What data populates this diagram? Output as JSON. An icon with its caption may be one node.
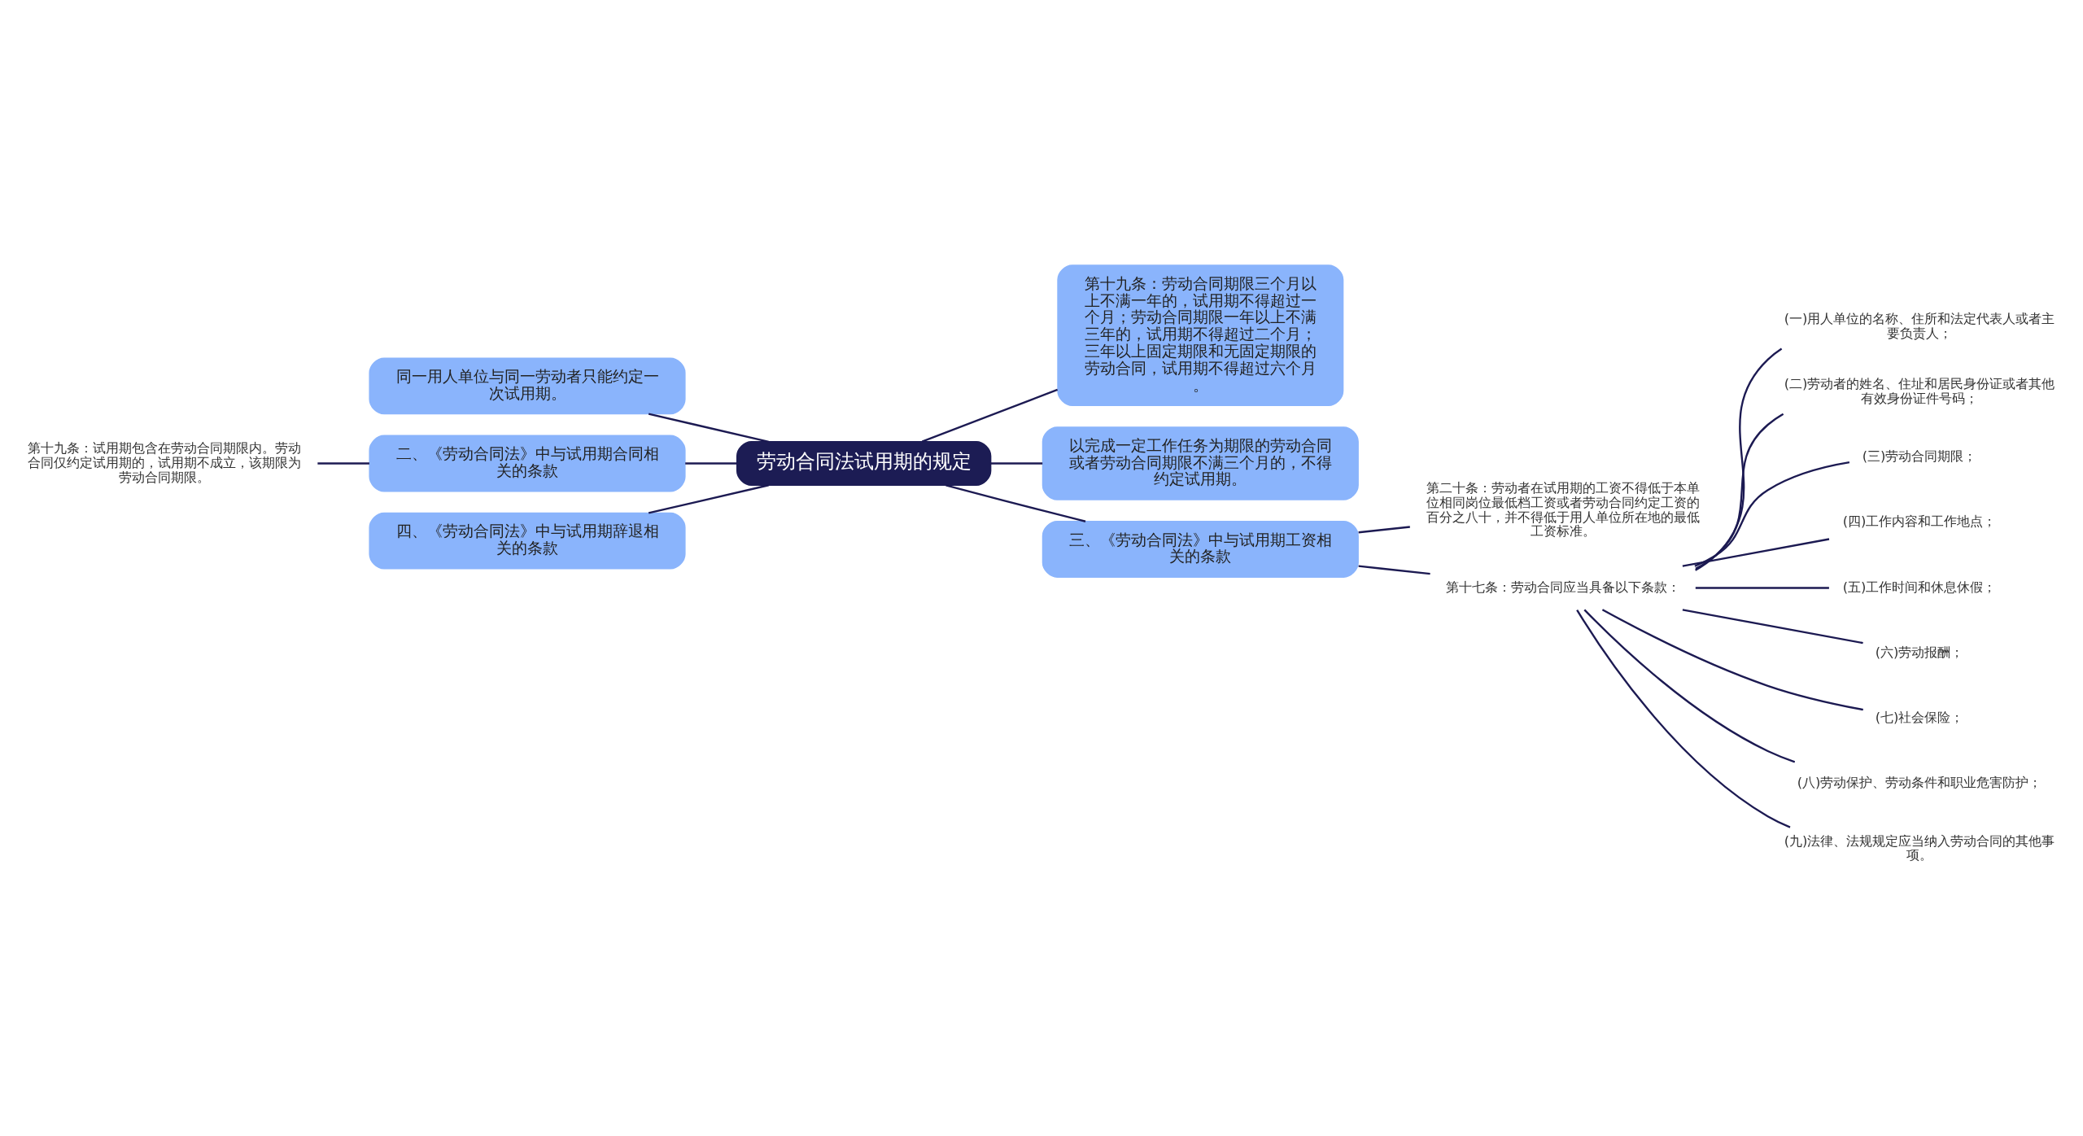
{
  "diagram": {
    "nodes": [
      {
        "text": [
          "劳动合同法试用期的规定"
        ]
      },
      {
        "text": [
          "第十九条：劳动合同期限三个月以上不满一年的，试用期不得超过一个月；劳动合同期限一年以上不满三年的，试用期不得超过二个月；三年以上固定期限和无固定期限的劳动合同，试用期不得超过六个月。"
        ]
      },
      {
        "text": [
          "以完成一定工作任务为期限的劳动合同或者劳动合同期限不满三个月的，不得约定试用期。"
        ]
      },
      {
        "text": [
          "三、《劳动合同法》中与试用期工资相关的条款"
        ]
      },
      {
        "text": [
          "第二十条：劳动者在试用期的工资不得低于本单位相同岗位最低档工资或者劳动合同约定工资的百分之八十，并不得低于用人单位所在地的最低工资标准。"
        ]
      },
      {
        "text": [
          "第十七条：劳动合同应当具备以下条款："
        ]
      },
      {
        "text": [
          "(一)用人单位的名称、住所和法定代表人或者主要负责人；"
        ]
      },
      {
        "text": [
          "(二)劳动者的姓名、住址和居民身份证或者其他有效身份证件号码；"
        ]
      },
      {
        "text": [
          "(三)劳动合同期限；"
        ]
      },
      {
        "text": [
          "(四)工作内容和工作地点；"
        ]
      },
      {
        "text": [
          "(五)工作时间和休息休假；"
        ]
      },
      {
        "text": [
          "(六)劳动报酬；"
        ]
      },
      {
        "text": [
          "(七)社会保险；"
        ]
      },
      {
        "text": [
          "(八)劳动保护、劳动条件和职业危害防护；"
        ]
      },
      {
        "text": [
          "(九)法律、法规规定应当纳入劳动合同的其他事项。"
        ]
      },
      {
        "text": [
          "同一用人单位与同一劳动者只能约定一次试用期。"
        ]
      },
      {
        "text": [
          "二、《劳动合同法》中与试用期合同相关的条款"
        ]
      },
      {
        "text": [
          "第十九条：试用期包含在劳动合同期限内。劳动合同仅约定试用期的，试用期不成立，该期限为劳动合同期限。"
        ]
      },
      {
        "text": [
          "四、《劳动合同法》中与试用期辞退相关的条款"
        ]
      }
    ],
    "edges": [
      {
        "from": 0,
        "to": 1,
        "arrow": "none"
      },
      {
        "from": 0,
        "to": 2,
        "arrow": "none"
      },
      {
        "from": 0,
        "to": 3,
        "arrow": "none"
      },
      {
        "from": 3,
        "to": 4,
        "arrow": "none"
      },
      {
        "from": 3,
        "to": 5,
        "arrow": "none"
      },
      {
        "from": 5,
        "to": 6,
        "arrow": "none"
      },
      {
        "from": 5,
        "to": 7,
        "arrow": "none"
      },
      {
        "from": 5,
        "to": 8,
        "arrow": "none"
      },
      {
        "from": 5,
        "to": 9,
        "arrow": "none"
      },
      {
        "from": 5,
        "to": 10,
        "arrow": "none"
      },
      {
        "from": 5,
        "to": 11,
        "arrow": "none"
      },
      {
        "from": 5,
        "to": 12,
        "arrow": "none"
      },
      {
        "from": 5,
        "to": 13,
        "arrow": "none"
      },
      {
        "from": 5,
        "to": 14,
        "arrow": "none"
      },
      {
        "from": 0,
        "to": 15,
        "arrow": "none"
      },
      {
        "from": 0,
        "to": 16,
        "arrow": "none"
      },
      {
        "from": 16,
        "to": 17,
        "arrow": "none"
      },
      {
        "from": 0,
        "to": 18,
        "arrow": "none"
      }
    ]
  }
}
